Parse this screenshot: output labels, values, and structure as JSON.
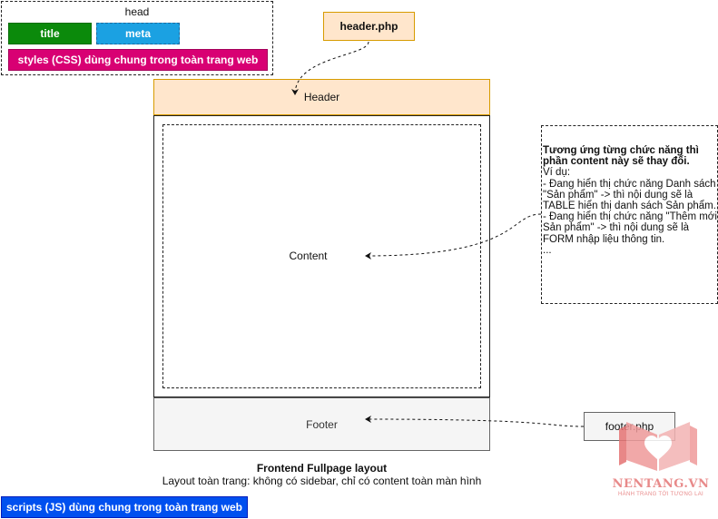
{
  "head_group": {
    "label": "head",
    "title": "title",
    "meta": "meta",
    "styles": "styles (CSS) dùng chung trong toàn trang web"
  },
  "files": {
    "header_php": "header.php",
    "footer_php": "footer.php"
  },
  "layout": {
    "header": "Header",
    "content": "Content",
    "footer": "Footer"
  },
  "caption": {
    "title": "Frontend Fullpage layout",
    "subtitle": "Layout toàn trang: không có sidebar, chỉ có content toàn màn hình"
  },
  "note": {
    "heading": "Tương ứng từng chức năng thì phần content này sẽ thay đổi.",
    "body": "Ví dụ:\n- Đang hiển thị chức năng Danh sách \"Sản phẩm\" -> thì nội dung sẽ là TABLE hiển thị danh sách Sản phẩm.\n- Đang hiển thị chức năng \"Thêm mới Sản phẩm\" -> thì nội dung sẽ là FORM nhập liệu thông tin.\n..."
  },
  "scripts": "scripts (JS) dùng chung trong toàn trang web",
  "watermark": {
    "name": "NENTANG.VN",
    "tagline": "HÀNH TRANG TỚI TƯƠNG LAI",
    "color": "#e88a8a"
  },
  "colors": {
    "title_fill": "#0b8a0b",
    "meta_fill": "#1ba1e2",
    "styles_fill": "#d80073",
    "header_fill": "#ffe6cc",
    "header_border": "#d79b00",
    "footer_fill": "#f5f5f5",
    "scripts_fill": "#0050ef"
  }
}
